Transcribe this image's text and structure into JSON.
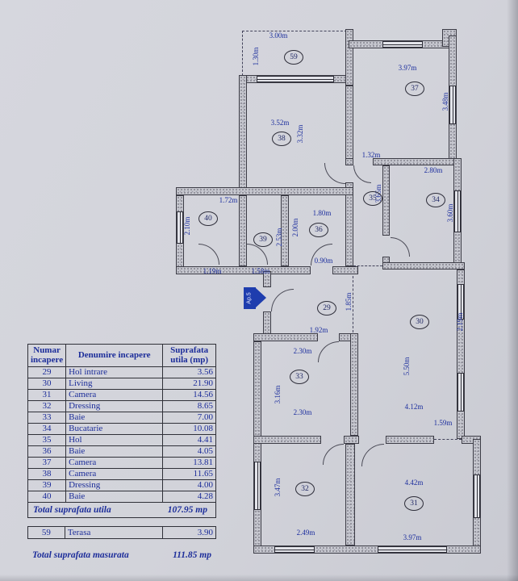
{
  "plan": {
    "ap_marker": "Ap.5",
    "room_labels": [
      "59",
      "37",
      "38",
      "35",
      "34",
      "40",
      "39",
      "36",
      "29",
      "30",
      "33",
      "32",
      "31"
    ],
    "dims": [
      "3.00m",
      "1.30m",
      "3.97m",
      "3.48m",
      "3.52m",
      "3.32m",
      "1.32m",
      "2.80m",
      "3.65m",
      "3.60m",
      "1.72m",
      "2.10m",
      "1.80m",
      "2.00m",
      "2.53m",
      "1.19m",
      "1.58m",
      "0.90m",
      "1.85m",
      "1.92m",
      "2.30m",
      "3.16m",
      "2.30m",
      "5.50m",
      "2.19m",
      "4.12m",
      "1.59m",
      "3.47m",
      "2.49m",
      "4.42m",
      "3.97m"
    ]
  },
  "table": {
    "headers": [
      "Numar incapere",
      "Denumire incapere",
      "Suprafata utila (mp)"
    ],
    "rows": [
      {
        "nr": "29",
        "name": "Hol intrare",
        "area": "3.56"
      },
      {
        "nr": "30",
        "name": "Living",
        "area": "21.90"
      },
      {
        "nr": "31",
        "name": "Camera",
        "area": "14.56"
      },
      {
        "nr": "32",
        "name": "Dressing",
        "area": "8.65"
      },
      {
        "nr": "33",
        "name": "Baie",
        "area": "7.00"
      },
      {
        "nr": "34",
        "name": "Bucatarie",
        "area": "10.08"
      },
      {
        "nr": "35",
        "name": "Hol",
        "area": "4.41"
      },
      {
        "nr": "36",
        "name": "Baie",
        "area": "4.05"
      },
      {
        "nr": "37",
        "name": "Camera",
        "area": "13.81"
      },
      {
        "nr": "38",
        "name": "Camera",
        "area": "11.65"
      },
      {
        "nr": "39",
        "name": "Dressing",
        "area": "4.00"
      },
      {
        "nr": "40",
        "name": "Baie",
        "area": "4.28"
      }
    ],
    "total_utila": {
      "label": "Total suprafata utila",
      "value": "107.95 mp"
    },
    "terrace_row": {
      "nr": "59",
      "name": "Terasa",
      "area": "3.90"
    },
    "total_masurata": {
      "label": "Total suprafata masurata",
      "value": "111.85 mp"
    }
  },
  "colors": {
    "ink_blue": "#1d2f9e",
    "paper": "#d3d4da",
    "marker_blue": "#1e3dae"
  }
}
